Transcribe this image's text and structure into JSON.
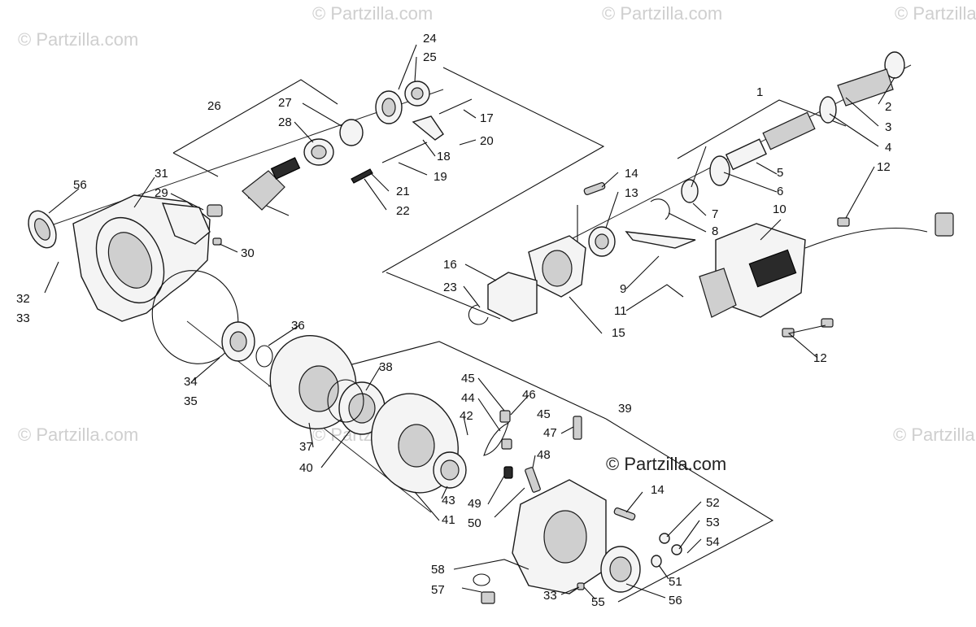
{
  "watermark": "© Partzilla.com",
  "callouts": [
    "1",
    "2",
    "3",
    "4",
    "5",
    "6",
    "7",
    "8",
    "9",
    "10",
    "11",
    "12",
    "12",
    "13",
    "14",
    "14",
    "15",
    "16",
    "17",
    "18",
    "19",
    "20",
    "21",
    "22",
    "23",
    "24",
    "25",
    "26",
    "27",
    "28",
    "29",
    "30",
    "31",
    "32",
    "33",
    "33",
    "34",
    "35",
    "36",
    "37",
    "38",
    "39",
    "40",
    "41",
    "42",
    "43",
    "44",
    "45",
    "45",
    "46",
    "47",
    "48",
    "49",
    "50",
    "51",
    "52",
    "53",
    "54",
    "55",
    "56",
    "56",
    "57",
    "58"
  ]
}
